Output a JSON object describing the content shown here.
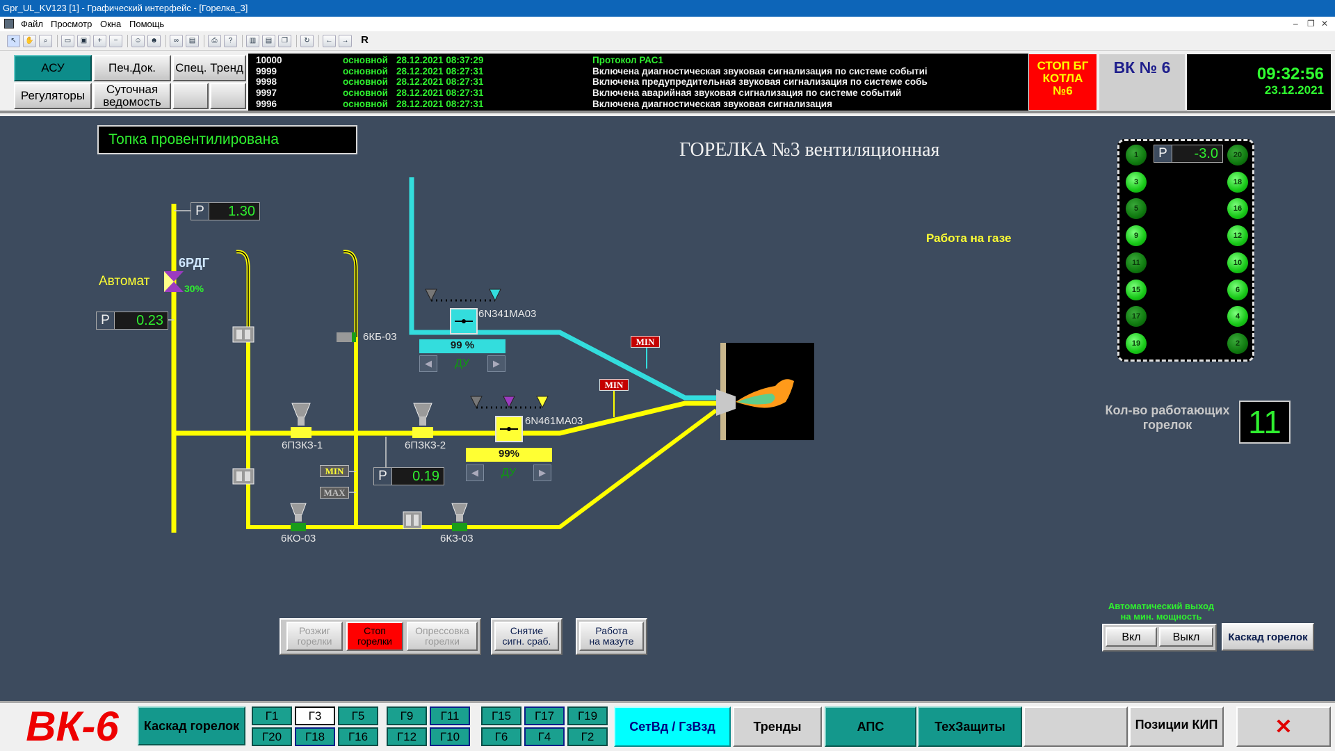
{
  "window": {
    "title": "Gpr_UL_KV123 [1] - Графический интерфейс - [Горелка_3]"
  },
  "menu": [
    "Файл",
    "Просмотр",
    "Окна",
    "Помощь"
  ],
  "toolbar": {
    "r_label": "R"
  },
  "header": {
    "asu": "АСУ",
    "pech_dok": "Печ.Док.",
    "spets_trend": "Спец. Тренд",
    "regulyatory": "Регуляторы",
    "sutochnaya_line1": "Суточная",
    "sutochnaya_line2": "ведомость",
    "messages": [
      {
        "id": "10000",
        "type": "основной",
        "time": "28.12.2021 08:37:29",
        "text": "Протокол РАС1"
      },
      {
        "id": "9999",
        "type": "основной",
        "time": "28.12.2021 08:27:31",
        "text": "Включена диагностическая звуковая сигнализация по системе событиі"
      },
      {
        "id": "9998",
        "type": "основной",
        "time": "28.12.2021 08:27:31",
        "text": "Включена предупредительная звуковая сигнализация по системе собь"
      },
      {
        "id": "9997",
        "type": "основной",
        "time": "28.12.2021 08:27:31",
        "text": "Включена аварийная звуковая сигнализация по системе событий"
      },
      {
        "id": "9996",
        "type": "основной",
        "time": "28.12.2021 08:27:31",
        "text": "Включена диагностическая звуковая сигнализация"
      }
    ],
    "stop_line1": "СТОП БГ",
    "stop_line2": "КОТЛА",
    "stop_line3": "№6",
    "vk_label": "ВК № 6",
    "clock_time": "09:32:56",
    "clock_date": "23.12.2021"
  },
  "status": {
    "topka": "Топка провентилирована",
    "diagram_title": "ГОРЕЛКА №3 вентиляционная",
    "mode": "Работа на газе"
  },
  "diagram": {
    "p_label": "P",
    "p_top": "1.30",
    "p_left": "0.23",
    "p_mid": "0.19",
    "p_panel": "-3.0",
    "avtomat": "Автомат",
    "rdg": "6РДГ",
    "rdg_pct": "30%",
    "kb": "6КБ-03",
    "pzk1": "6ПЗКЗ-1",
    "pzk2": "6ПЗКЗ-2",
    "ko": "6КО-03",
    "kz": "6КЗ-03",
    "valve_air": "6N341MA03",
    "valve_gas": "6N461MA03",
    "air_pct": "99 %",
    "gas_pct": "99%",
    "du": "ДУ",
    "min": "MIN",
    "max": "MAX"
  },
  "burners": {
    "left": [
      "1",
      "3",
      "5",
      "9",
      "11",
      "15",
      "17",
      "19"
    ],
    "right": [
      "20",
      "18",
      "16",
      "12",
      "10",
      "6",
      "4",
      "2"
    ]
  },
  "kolvo_line1": "Кол-во работающих",
  "kolvo_line2": "горелок",
  "count": "11",
  "auto_line1": "Автоматический выход",
  "auto_line2": "на мин. мощность",
  "controls": {
    "rozzhig_1": "Розжиг",
    "rozzhig_2": "горелки",
    "stop_1": "Стоп",
    "stop_2": "горелки",
    "opres_1": "Опрессовка",
    "opres_2": "горелки",
    "snyatie_1": "Снятие",
    "snyatie_2": "сигн. сраб.",
    "mazut_1": "Работа",
    "mazut_2": "на мазуте",
    "vkl": "Вкл",
    "vykl": "Выкл",
    "kaskad": "Каскад горелок"
  },
  "bottom": {
    "vk6": "ВК-6",
    "kaskad": "Каскад горелок",
    "g": [
      [
        "Г1",
        "Г20"
      ],
      [
        "Г3",
        "Г18"
      ],
      [
        "Г5",
        "Г16"
      ],
      [
        "Г9",
        "Г12"
      ],
      [
        "Г11",
        "Г10"
      ],
      [
        "Г15",
        "Г6"
      ],
      [
        "Г17",
        "Г4"
      ],
      [
        "Г19",
        "Г2"
      ]
    ],
    "setvd": "СетВд / ГзВзд",
    "trendy": "Тренды",
    "aps": "АПС",
    "tehzash": "ТехЗащиты",
    "poz_kip": "Позиции КИП"
  },
  "colors": {
    "background": "#3d4b5e",
    "gas": "#ffff00",
    "air": "#33dddd",
    "accent": "#14988c",
    "alarm": "#ff0000"
  }
}
